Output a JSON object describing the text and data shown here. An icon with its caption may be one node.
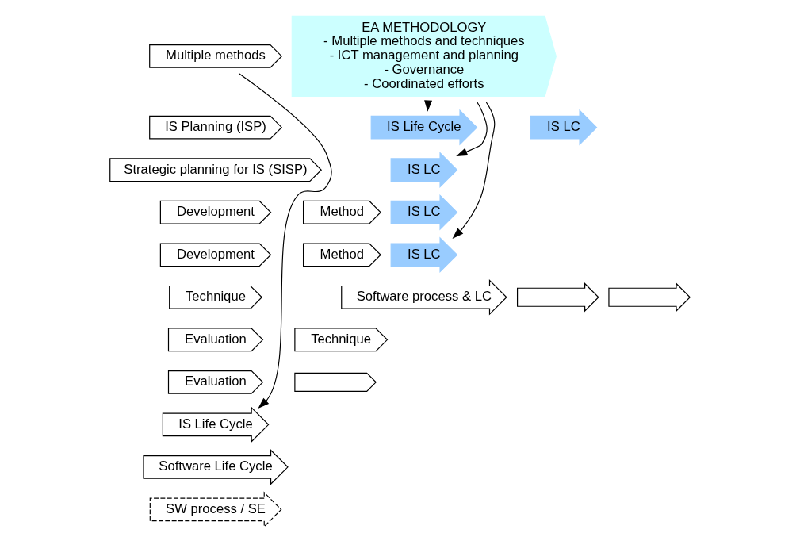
{
  "diagram": {
    "nodes": [
      {
        "text": [
          "Multiple methods"
        ]
      },
      {
        "text": [
          "IS Planning (ISP)"
        ]
      },
      {
        "text": [
          "Strategic planning for IS (SISP)"
        ]
      },
      {
        "text": [
          "Development"
        ]
      },
      {
        "text": [
          "Method"
        ]
      },
      {
        "text": [
          "Development"
        ]
      },
      {
        "text": [
          "Method"
        ]
      },
      {
        "text": [
          "Technique"
        ]
      },
      {
        "text": [
          "Evaluation"
        ]
      },
      {
        "text": [
          "Technique"
        ]
      },
      {
        "text": [
          "Evaluation"
        ]
      },
      {
        "text": [],
        "shape": "chevron"
      },
      {
        "text": [
          "IS Life Cycle"
        ]
      },
      {
        "text": [
          "Software Life Cycle"
        ]
      },
      {
        "text": [
          "SW process / SE"
        ]
      },
      {
        "text": [
          "EA METHODOLOGY",
          "- Multiple methods and techniques",
          "- ICT management and planning",
          "- Governance",
          "- Coordinated efforts"
        ]
      },
      {
        "text": [
          "IS Life Cycle"
        ]
      },
      {
        "text": [
          "IS LC"
        ]
      },
      {
        "text": [
          "IS LC"
        ]
      },
      {
        "text": [
          "IS LC"
        ]
      },
      {
        "text": [
          "IS LC"
        ]
      },
      {
        "text": [
          "Software process & LC"
        ]
      },
      {
        "text": [],
        "shape": "arrow"
      },
      {
        "text": [],
        "shape": "arrow"
      }
    ],
    "edges": [
      {
        "from": 0,
        "to": 12,
        "arrow": "to"
      },
      {
        "from": 15,
        "to": 16,
        "arrow": "to"
      },
      {
        "from": 15,
        "to": 18,
        "arrow": "to"
      },
      {
        "from": 15,
        "to": 20,
        "arrow": "to"
      }
    ]
  }
}
